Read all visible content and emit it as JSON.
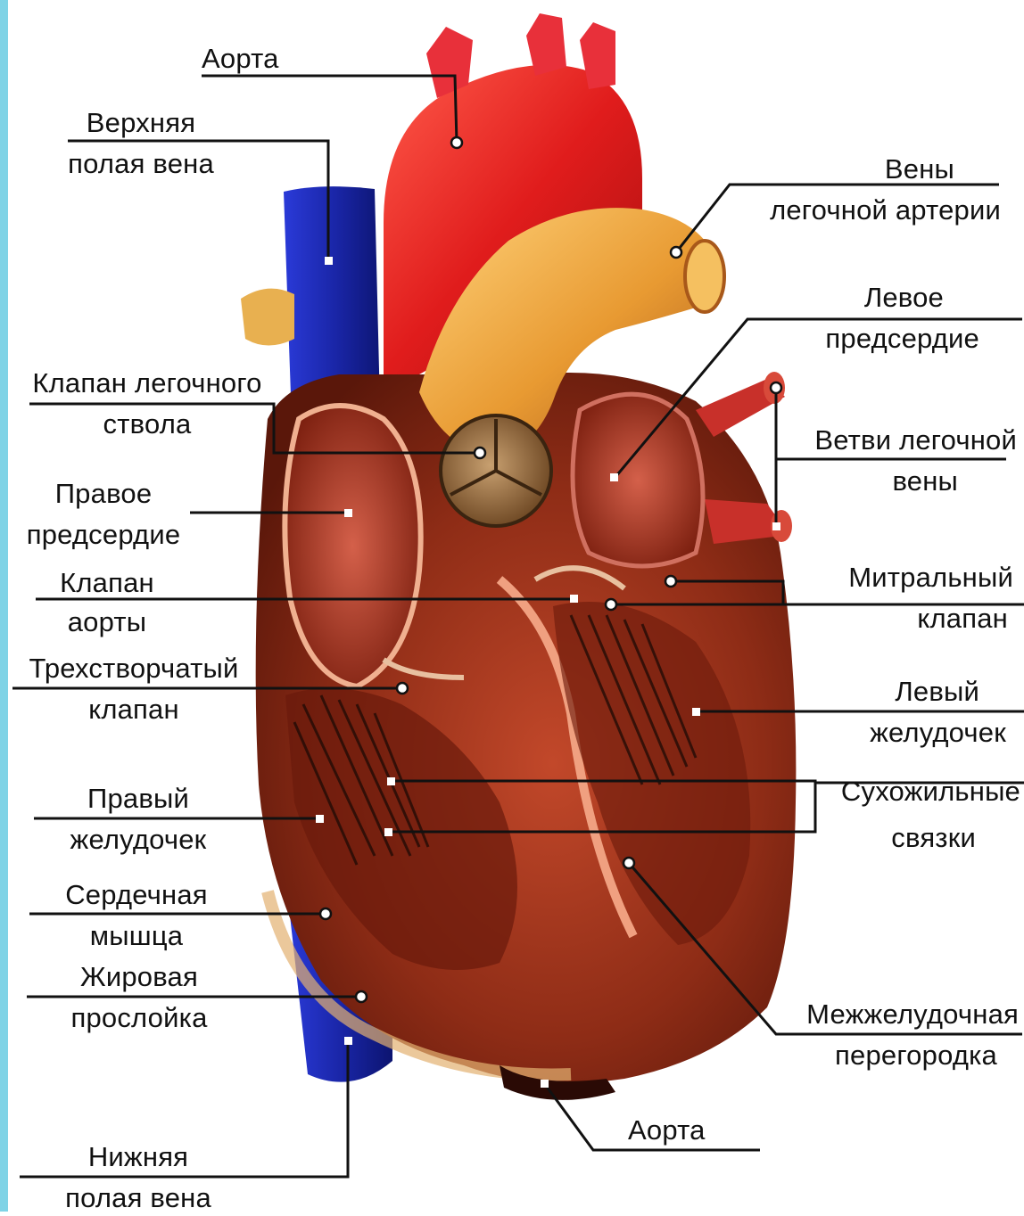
{
  "labels": {
    "aorta_top": "Аорта",
    "svc": [
      "Верхняя",
      "полая вена"
    ],
    "pulm_veins": [
      "Вены",
      "легочной артерии"
    ],
    "left_atrium": [
      "Левое",
      "предсердие"
    ],
    "pulm_valve": [
      "Клапан легочного",
      "ствола"
    ],
    "pulm_vein_branches": [
      "Ветви легочной",
      "вены"
    ],
    "right_atrium": [
      "Правое",
      "предсердие"
    ],
    "mitral": [
      "Митральный",
      "клапан"
    ],
    "aortic_valve": [
      "Клапан",
      "аорты"
    ],
    "tricuspid": [
      "Трехстворчатый",
      "клапан"
    ],
    "left_ventricle": [
      "Левый",
      "желудочек"
    ],
    "right_ventricle": [
      "Правый",
      "желудочек"
    ],
    "chordae": [
      "Сухожильные",
      "связки"
    ],
    "myocardium": [
      "Сердечная",
      "мышца"
    ],
    "fat": [
      "Жировая",
      "прослойка"
    ],
    "septum": [
      "Межжелудочная",
      "перегородка"
    ],
    "aorta_bottom": "Аорта",
    "ivc": [
      "Нижняя",
      "полая вена"
    ]
  },
  "colors": {
    "edge": "#7fd3e6",
    "vena_cava": "#1f2fb8",
    "aorta": "#d81818",
    "pulmonary_artery": "#e8a23a",
    "myocardium": "#8a2a14",
    "lines": "#111111"
  }
}
